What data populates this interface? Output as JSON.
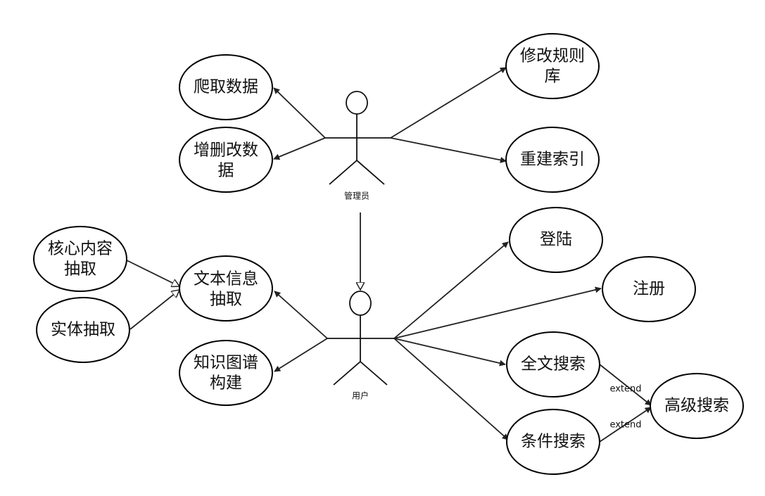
{
  "actors": {
    "admin": "管理员",
    "user": "用户"
  },
  "use_cases": {
    "crawl": [
      "爬取数据"
    ],
    "crud": [
      "增删改数",
      "据"
    ],
    "modify_rules": [
      "修改规则",
      "库"
    ],
    "rebuild_index": [
      "重建索引"
    ],
    "core_extract": [
      "核心内容",
      "抽取"
    ],
    "entity_extract": [
      "实体抽取"
    ],
    "text_extract": [
      "文本信息",
      "抽取"
    ],
    "kg_build": [
      "知识图谱",
      "构建"
    ],
    "login": [
      "登陆"
    ],
    "register": [
      "注册"
    ],
    "fulltext_search": [
      "全文搜索"
    ],
    "condition_search": [
      "条件搜索"
    ],
    "advanced_search": [
      "高级搜索"
    ]
  },
  "relations": {
    "extend_1": "extend",
    "extend_2": "extend"
  },
  "colors": {
    "stroke": "#000000",
    "background": "#ffffff"
  }
}
